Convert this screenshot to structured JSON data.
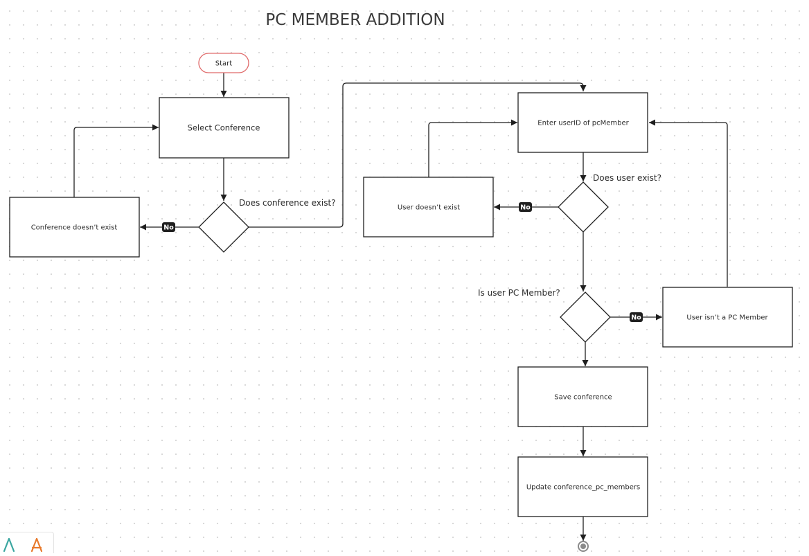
{
  "title": "PC MEMBER ADDITION",
  "nodes": {
    "start": "Start",
    "select_conference": "Select Conference",
    "conference_exists_q": "Does conference exist?",
    "conference_missing": "Conference doesn’t exist",
    "enter_user": "Enter userID of pcMember",
    "user_exists_q": "Does user exist?",
    "user_missing": "User doesn’t exist",
    "is_pc_member_q": "Is user PC Member?",
    "not_pc_member": "User isn’t a PC Member",
    "save_conference": "Save conference",
    "update_members": "Update conference_pc_members"
  },
  "edge_labels": {
    "no_conference": "No",
    "no_user": "No",
    "no_pc_member": "No"
  },
  "colors": {
    "start_border": "#e06a6a",
    "line": "#1f1f1f",
    "label_bg": "#1f1f1f",
    "end_node": "#8a8a8a",
    "tool_teal": "#3aa6a0",
    "tool_orange": "#e8792b"
  },
  "toolbar": {
    "icons": [
      "pen-tool-icon",
      "shape-tool-icon"
    ]
  }
}
